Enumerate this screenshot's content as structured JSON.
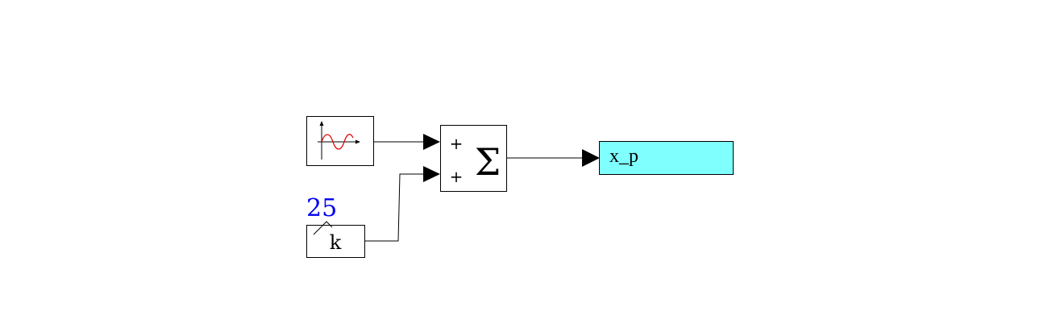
{
  "diagram": {
    "sum_block": {
      "symbol": "Σ",
      "input_signs": [
        "+",
        "+"
      ]
    },
    "const_block": {
      "label": "k",
      "value": "25"
    },
    "output_block": {
      "label": "x_p",
      "fill_color": "#80ffff"
    },
    "sine_block": {
      "wave_color": "#dd0000"
    },
    "value_color": "#0000ee"
  }
}
